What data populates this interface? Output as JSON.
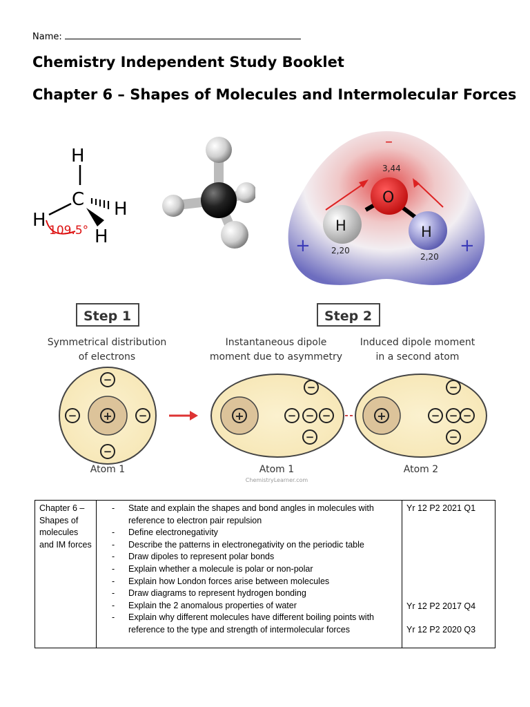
{
  "header": {
    "name_label": "Name:",
    "title": "Chemistry Independent Study Booklet",
    "chapter": "Chapter 6 – Shapes of Molecules and Intermolecular Forces"
  },
  "methane": {
    "atom_h": "H",
    "atom_c": "C",
    "angle": "109.5°"
  },
  "water": {
    "minus": "–",
    "plus": "+",
    "o_label": "O",
    "h_label": "H",
    "o_value": "3,44",
    "h_value": "2,20"
  },
  "london": {
    "step1": "Step 1",
    "step2": "Step 2",
    "caption1_line1": "Symmetrical distribution",
    "caption1_line2": "of electrons",
    "caption2_line1": "Instantaneous dipole",
    "caption2_line2": "moment due to asymmetry",
    "caption3_line1": "Induced dipole moment",
    "caption3_line2": "in a second atom",
    "atom1": "Atom 1",
    "atom2": "Atom 2",
    "credit": "ChemistryLearner.com",
    "plus": "+",
    "minus": "−"
  },
  "table": {
    "topic": "Chapter 6 – Shapes of molecules and IM forces",
    "objectives": [
      "State and explain the shapes and bond angles in molecules with reference to electron pair repulsion",
      "Define electronegativity",
      "Describe the patterns in electronegativity on the periodic table",
      "Draw dipoles to represent polar bonds",
      "Explain whether a molecule is polar or non-polar",
      "Explain how London forces arise between molecules",
      "Draw diagrams to represent hydrogen bonding",
      "Explain the 2 anomalous properties of water",
      "Explain why different molecules have different boiling points with reference to the type and strength of intermolecular forces"
    ],
    "refs": [
      "Yr 12 P2 2021 Q1",
      "Yr 12 P2 2017 Q4",
      "Yr 12 P2 2020 Q3"
    ]
  }
}
